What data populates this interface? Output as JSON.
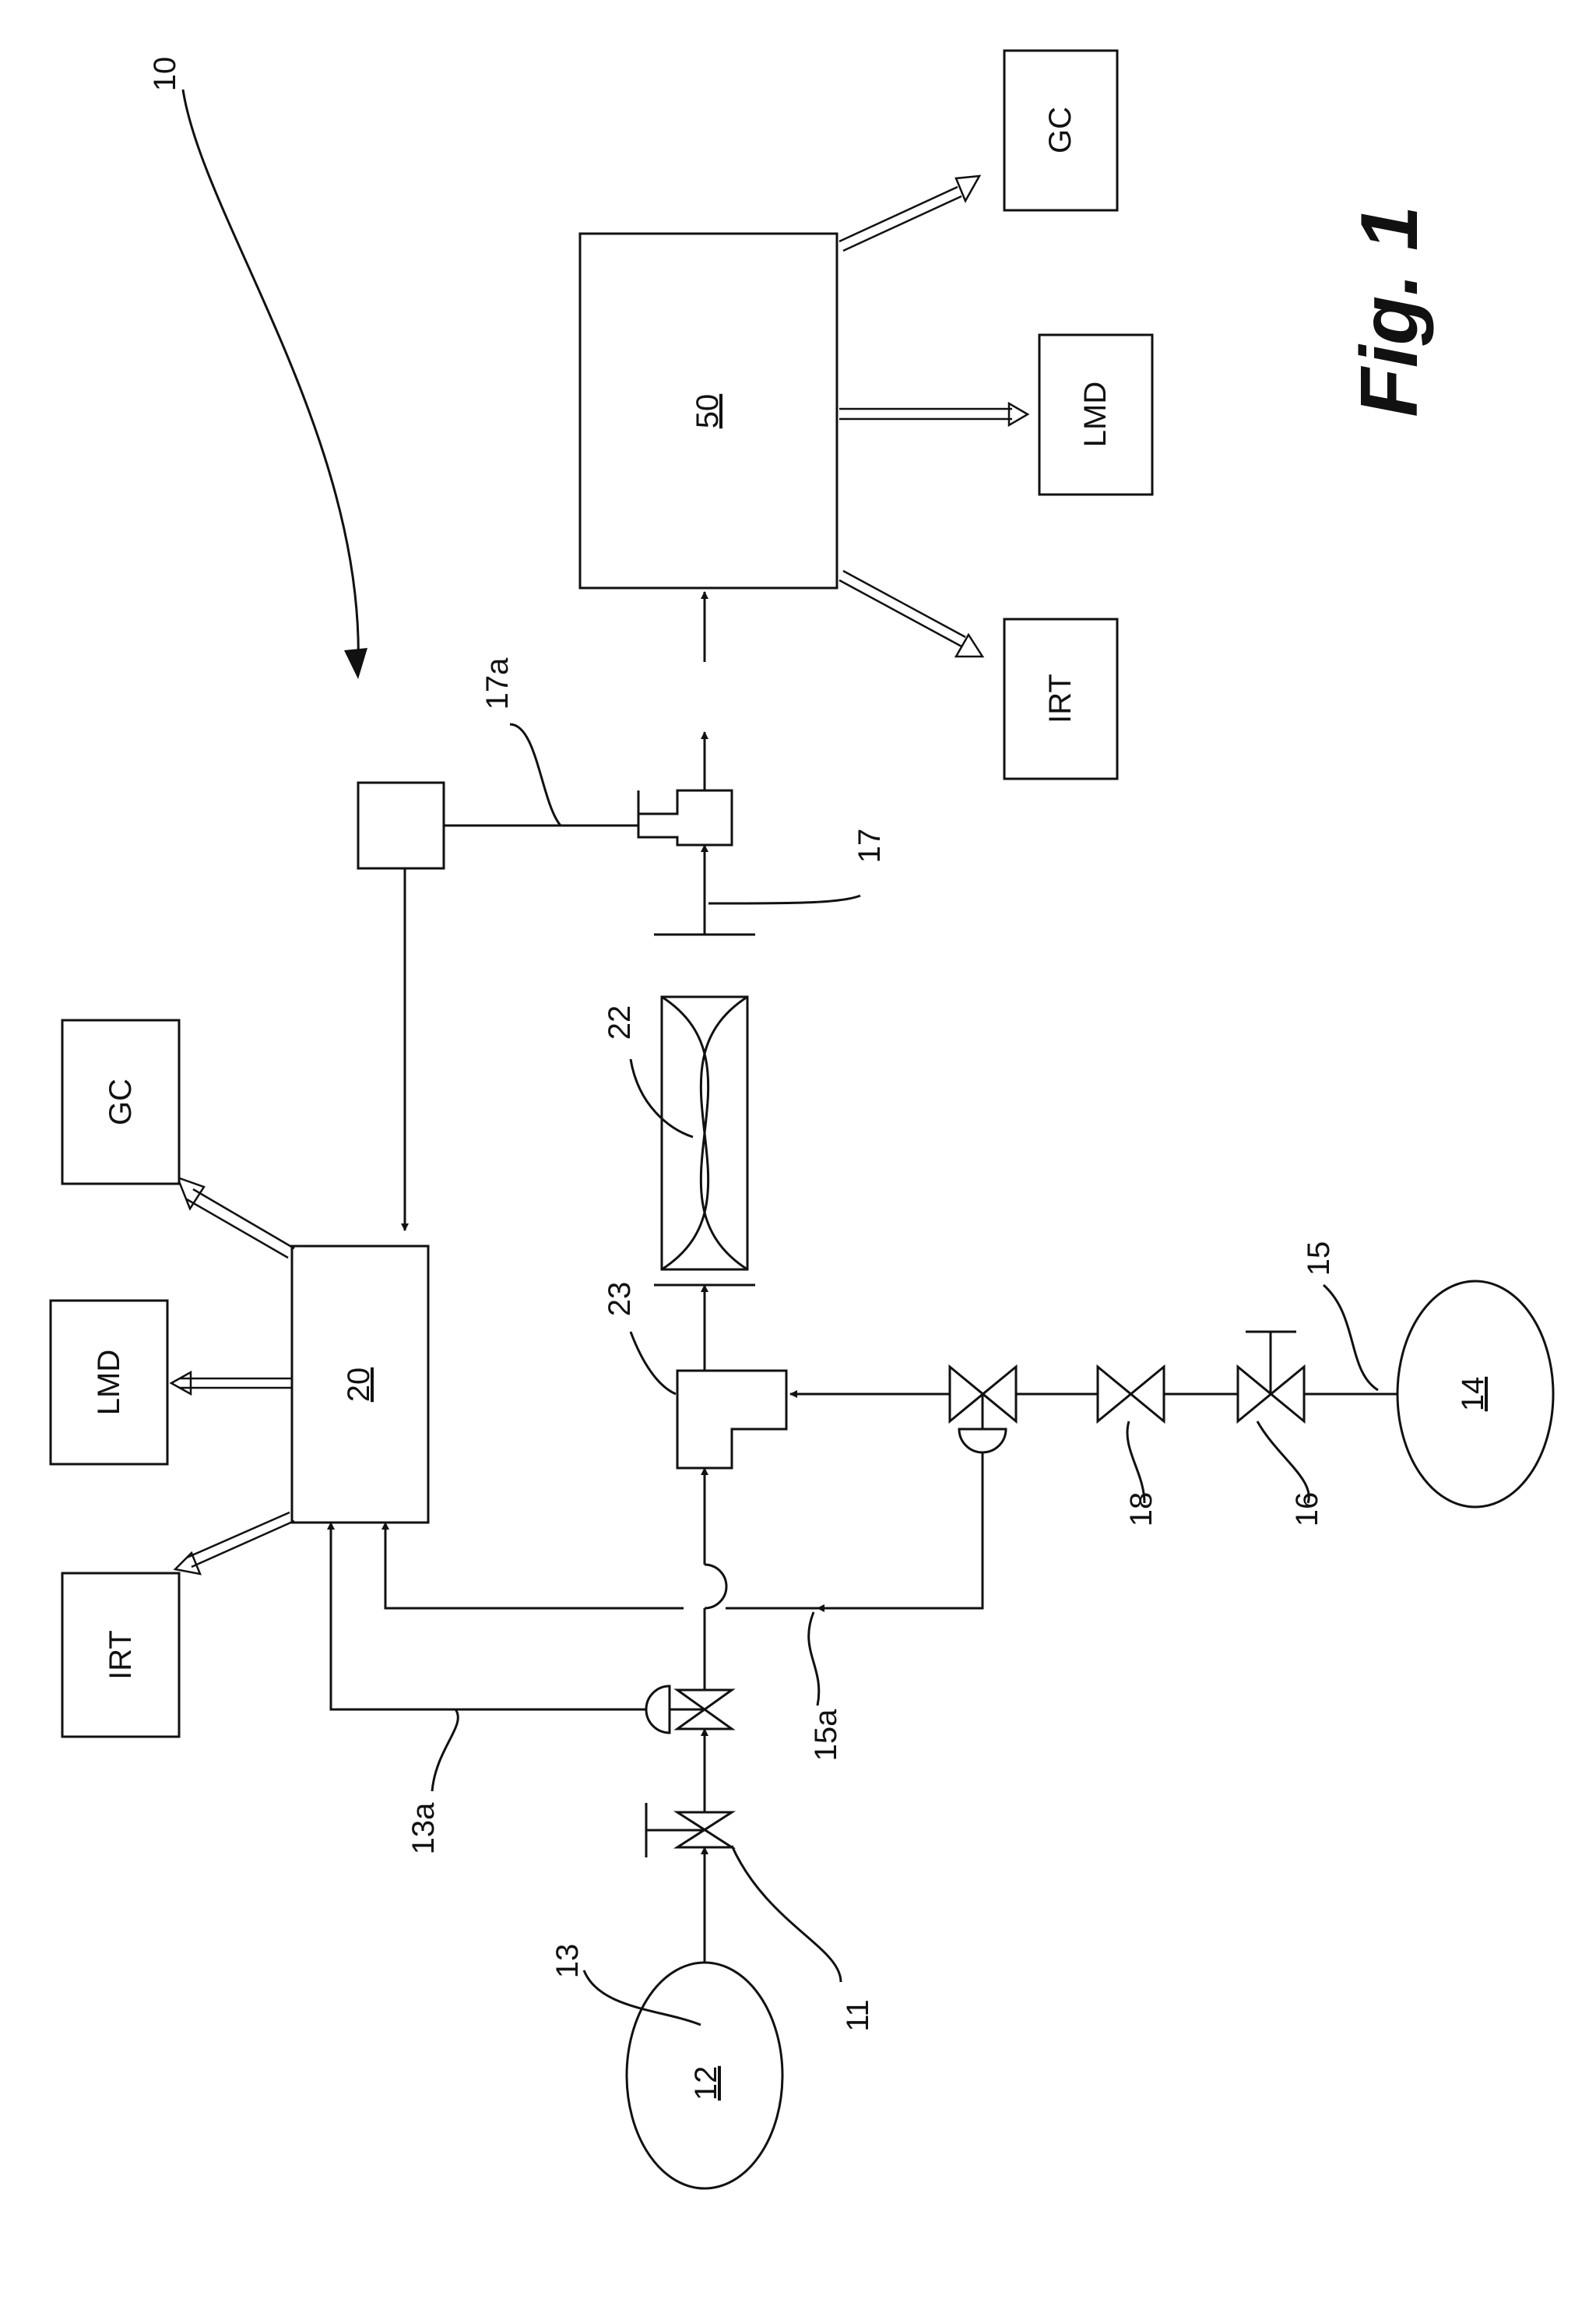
{
  "figure": {
    "title": "Fig. 1"
  },
  "labels": {
    "system": "10",
    "n12": "12",
    "n13": "13",
    "n11": "11",
    "n13a": "13a",
    "n15a": "15a",
    "n23": "23",
    "n22": "22",
    "n17": "17",
    "n17a": "17a",
    "n18": "18",
    "n16": "16",
    "n15": "15",
    "n14": "14",
    "n20": "20",
    "n50": "50"
  },
  "instruments": {
    "left": {
      "gc": "GC",
      "lmd": "LMD",
      "irt": "IRT"
    },
    "right": {
      "gc": "GC",
      "lmd": "LMD",
      "irt": "IRT"
    }
  }
}
